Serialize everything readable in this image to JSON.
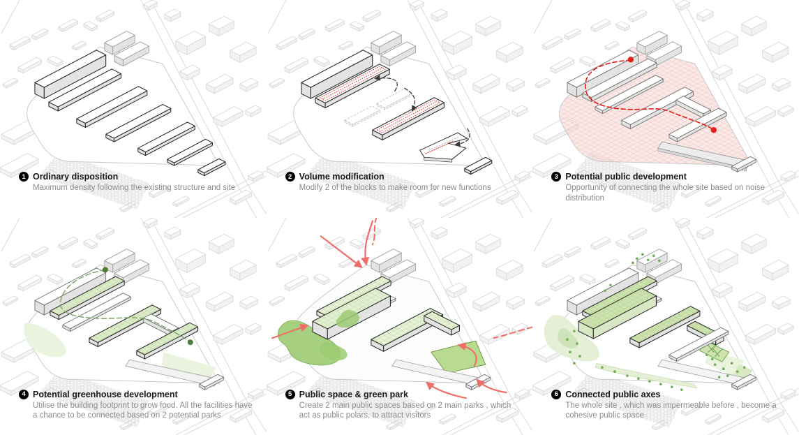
{
  "panels": [
    {
      "number": "1",
      "title": "Ordinary disposition",
      "description": "Maximum density following the existing structure and site"
    },
    {
      "number": "2",
      "title": "Volume modification",
      "description": "Modify 2 of the blocks to make room for new functions"
    },
    {
      "number": "3",
      "title": "Potential public development",
      "description": "Opportunity of connecting the whole site based on noise distribution"
    },
    {
      "number": "4",
      "title": "Potential greenhouse development",
      "description": "Utilise the building footprint to grow food. All the facilities have a chance to be connected based on 2 potential parks"
    },
    {
      "number": "5",
      "title": "Public space & green park",
      "description": "Create 2 main public spaces based on 2 main parks , which act as public polars, to attract visitors"
    },
    {
      "number": "6",
      "title": "Connected public axes",
      "description": "The whole site , which was impermeable before , become a cohesive public space"
    }
  ],
  "palette": {
    "background": "#ffffff",
    "context_line": "#d9d9d9",
    "context_side": "#f2f2f2",
    "site_line": "#c4c4c4",
    "block_line": "#2e2e2e",
    "block_side": "#e3e3e3",
    "mid_line": "#6f6f6f",
    "ghost_line": "#bdbdbd",
    "red": "#e32119",
    "pink_tint": "#f6d7d3",
    "pink_grid": "#eab0aa",
    "salmon": "#ee6f68",
    "green_roof": "#dcebc9",
    "green_roof_deep": "#cde2af",
    "green_grid_line": "#aecf8f",
    "green_dark": "#9ccb72",
    "green_route": "#7fa368",
    "green_dot": "#4e7d3a",
    "tree": "#6fae4f",
    "badge_bg": "#000000",
    "badge_fg": "#ffffff",
    "title_color": "#1a1a1a",
    "desc_color": "#8c8c8c"
  }
}
